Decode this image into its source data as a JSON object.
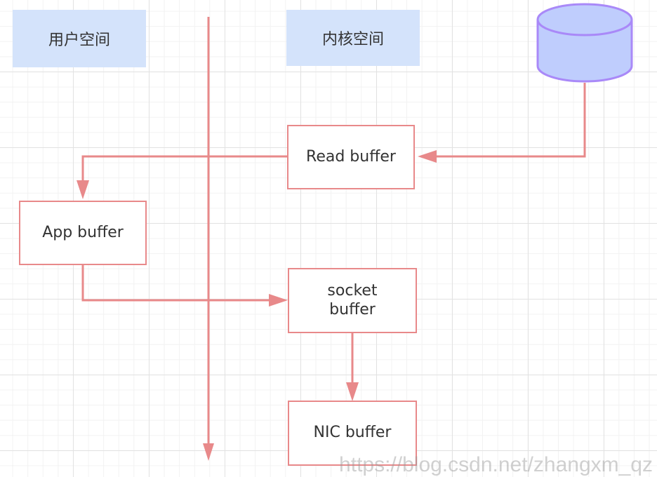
{
  "space_labels": {
    "user_space": "用户空间",
    "kernel_space": "内核空间"
  },
  "nodes": {
    "read_buffer": "Read buffer",
    "app_buffer": "App buffer",
    "socket_buffer": "socket buffer",
    "nic_buffer": "NIC buffer"
  },
  "watermark": "https://blog.csdn.net/zhangxm_qz",
  "colors": {
    "connector": "#e8898a",
    "node_border": "#e8898a",
    "label_fill": "#d4e3fb",
    "disk_fill": "#bfcdfd",
    "disk_stroke": "#a989f8"
  },
  "icons": {
    "disk": "database-cylinder-icon"
  }
}
